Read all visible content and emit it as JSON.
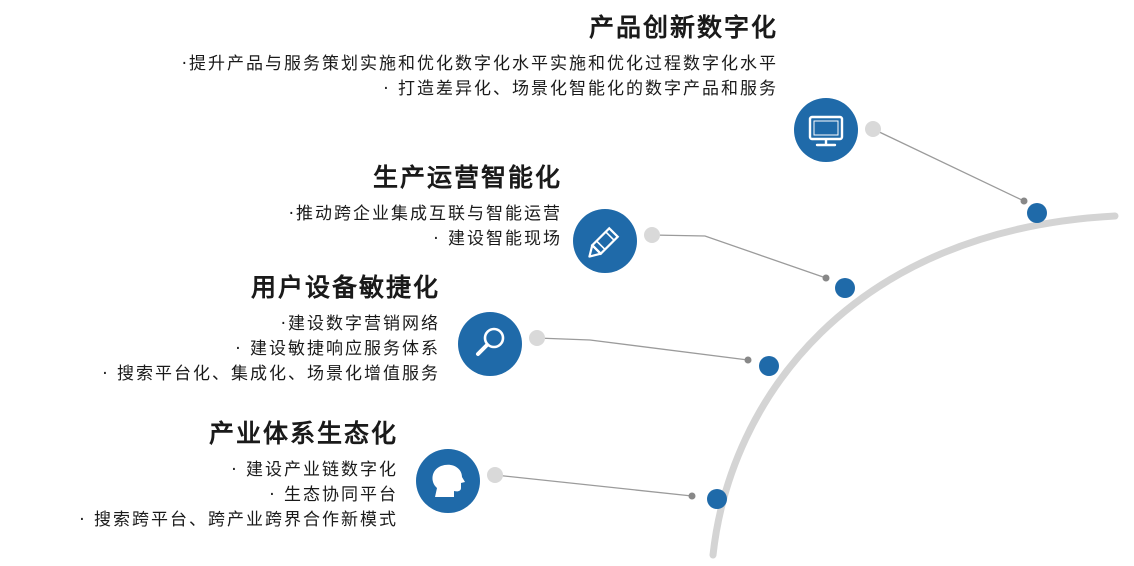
{
  "sections": [
    {
      "title": "产品创新数字化",
      "items": [
        "·提升产品与服务策划实施和优化数字化水平实施和优化过程数字化水平",
        "· 打造差异化、场景化智能化的数字产品和服务"
      ],
      "icon": "monitor-icon"
    },
    {
      "title": "生产运营智能化",
      "items": [
        "·推动跨企业集成互联与智能运营",
        "· 建设智能现场"
      ],
      "icon": "pencil-icon"
    },
    {
      "title": "用户设备敏捷化",
      "items": [
        "·建设数字营销网络",
        "· 建设敏捷响应服务体系",
        "· 搜索平台化、集成化、场景化增值服务"
      ],
      "icon": "magnifier-icon"
    },
    {
      "title": "产业体系生态化",
      "items": [
        "· 建设产业链数字化",
        "· 生态协同平台",
        "· 搜索跨平台、跨产业跨界合作新模式"
      ],
      "icon": "head-profile-icon"
    }
  ],
  "colors": {
    "accent": "#1f6aa9",
    "arc": "#d4d4d4",
    "connector": "#9b9b9b",
    "small_dot": "#d9d9d9",
    "text": "#1a1a1a"
  }
}
